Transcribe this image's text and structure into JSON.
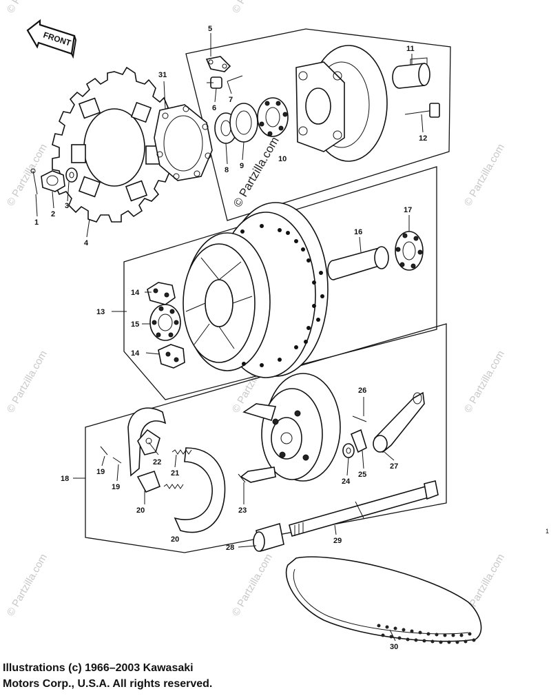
{
  "diagram": {
    "front_arrow_label": "FRONT",
    "watermark_main": "© Partzilla.com",
    "watermark_repeat": "© Partzilla.com",
    "callouts": [
      "1",
      "2",
      "3",
      "4",
      "5",
      "6",
      "7",
      "8",
      "9",
      "10",
      "11",
      "12",
      "13",
      "14",
      "14",
      "15",
      "16",
      "17",
      "18",
      "19",
      "19",
      "20",
      "20",
      "21",
      "22",
      "23",
      "24",
      "25",
      "26",
      "27",
      "28",
      "29",
      "30",
      "31"
    ],
    "edge_mark": "1"
  },
  "footer": {
    "line1": "Illustrations (c) 1966–2003 Kawasaki",
    "line2": "Motors Corp., U.S.A.  All rights reserved."
  }
}
